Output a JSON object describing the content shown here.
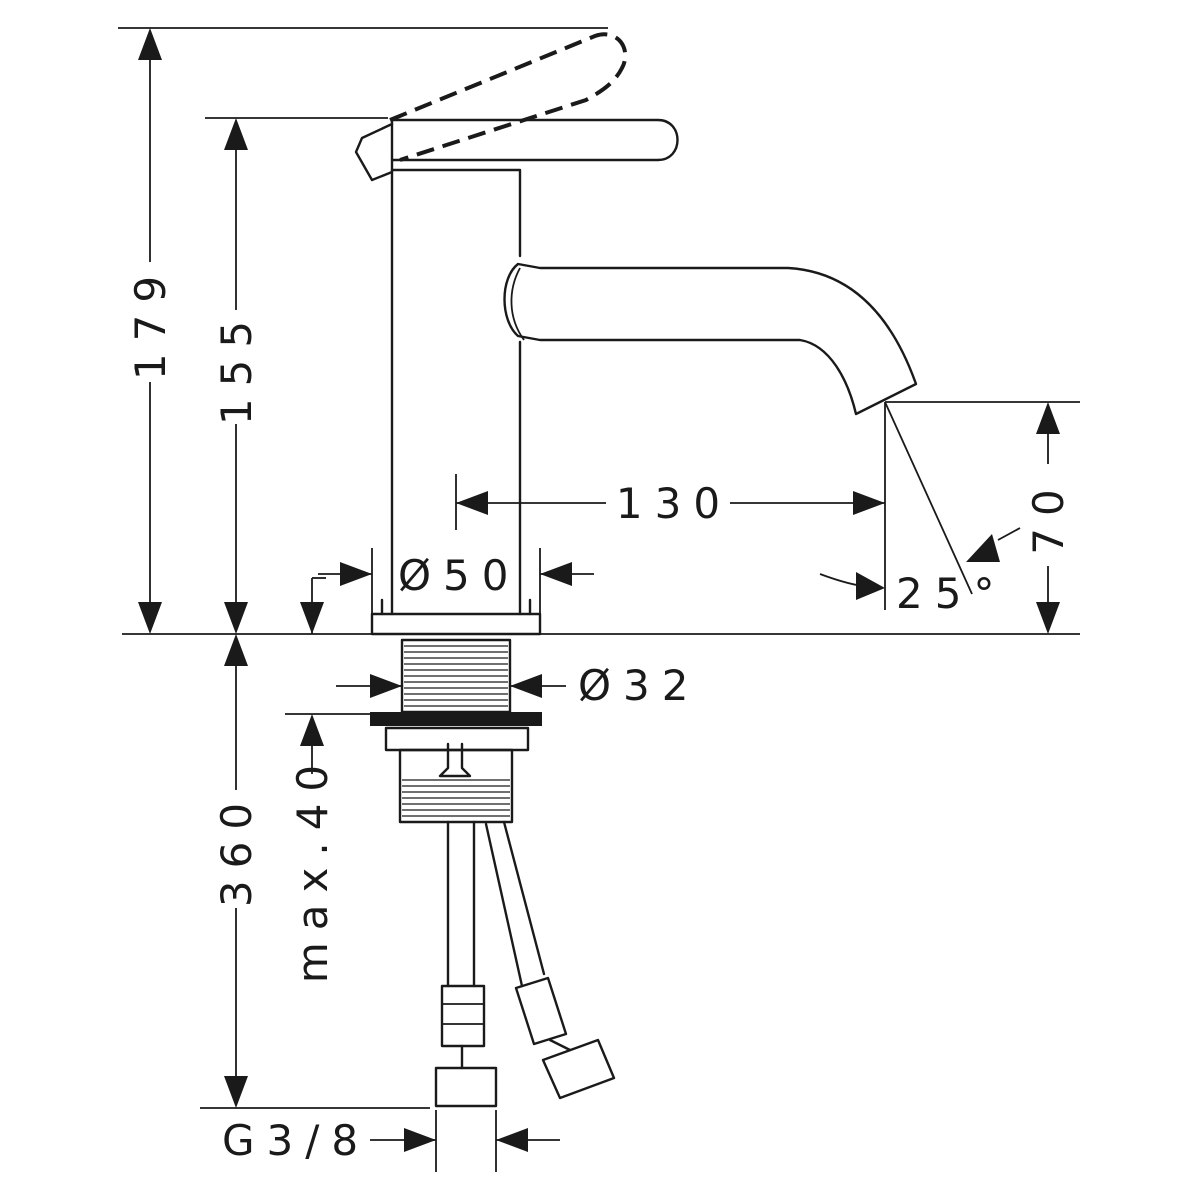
{
  "drawing": {
    "dimensions": {
      "total_height": "179",
      "body_height": "155",
      "below_deck": "360",
      "max_deck_thickness": "max.40",
      "spout_reach": "130",
      "spout_clearance": "70",
      "spout_angle": "25°",
      "body_diameter": "Ø50",
      "shank_diameter": "Ø32",
      "connection_thread": "G3/8"
    },
    "icons": [
      "faucet-side-view",
      "dimension-arrow",
      "flexible-hose",
      "hex-nut"
    ],
    "colors": {
      "line": "#1a1a1a",
      "background": "#ffffff"
    }
  }
}
